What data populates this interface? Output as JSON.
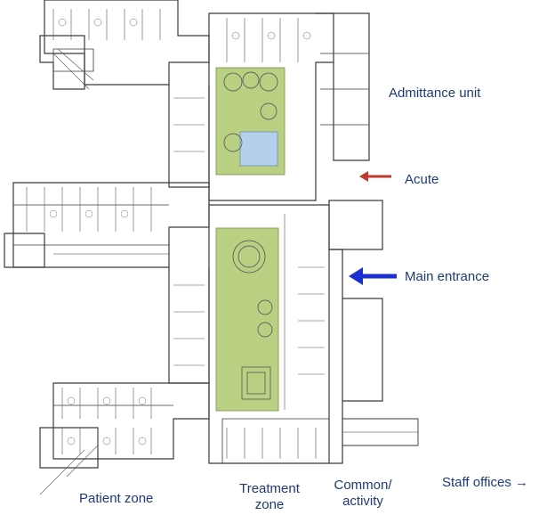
{
  "labels": {
    "admittance_unit": "Admittance unit",
    "acute": "Acute",
    "main_entrance": "Main entrance",
    "patient_zone": "Patient zone",
    "treatment_zone_line1": "Treatment",
    "treatment_zone_line2": "zone",
    "common_activity_line1": "Common/",
    "common_activity_line2": "activity",
    "staff_offices": "Staff offices",
    "staff_arrow_glyph": "→"
  },
  "colors": {
    "label_text": "#1f3a77",
    "acute_arrow": "#c0392b",
    "main_entrance_arrow": "#1a2fd0",
    "courtyard_green": "#b9cf82",
    "pool_blue": "#b4d0ea",
    "wall": "#3a3a3a"
  },
  "icons": [
    "acute-arrow-icon",
    "main-entrance-arrow-icon",
    "staff-offices-arrow-icon"
  ]
}
